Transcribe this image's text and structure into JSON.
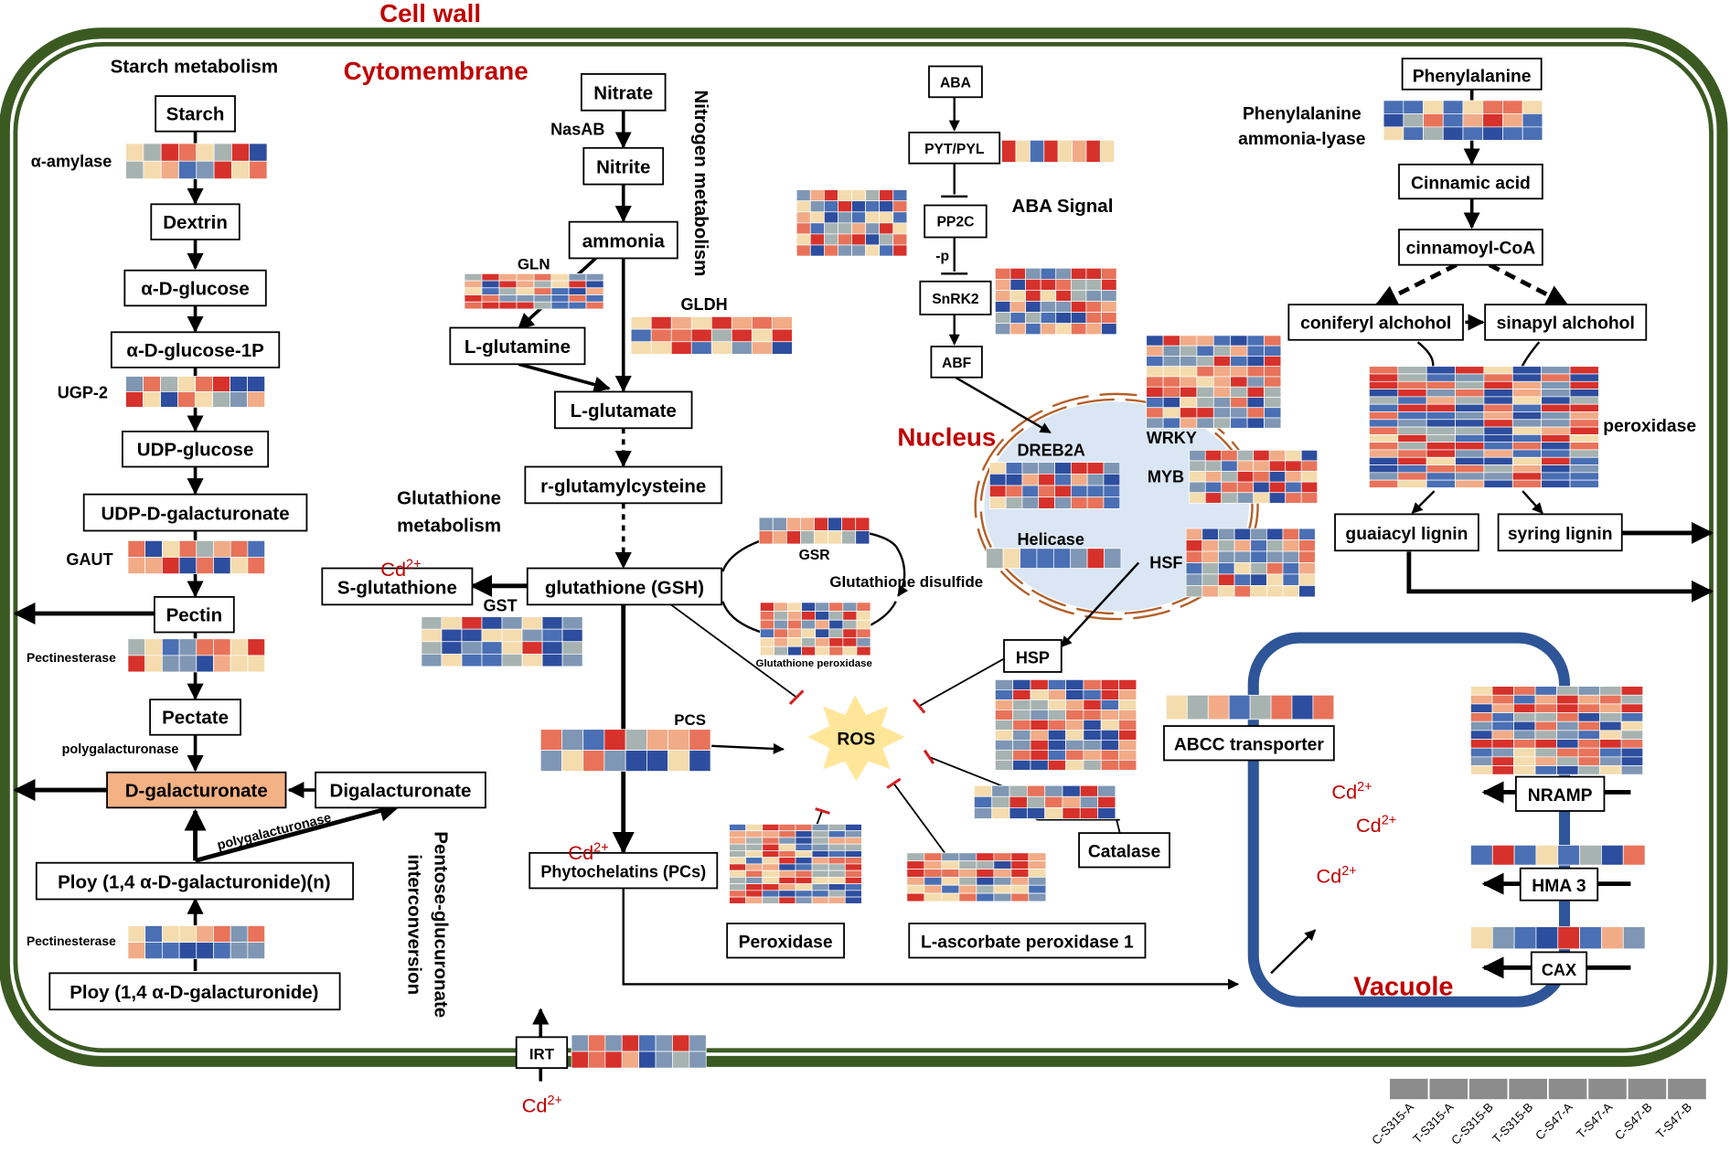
{
  "titles": {
    "cell_wall": "Cell wall",
    "cytomembrane": "Cytomembrane",
    "nucleus": "Nucleus",
    "vacuole": "Vacuole"
  },
  "sections": {
    "starch": "Starch metabolism",
    "nitrogen": "Nitrogen metabolism",
    "aba": "ABA Signal",
    "glutathione_1": "Glutathione",
    "glutathione_2": "metabolism",
    "pentose_1": "Pentose-glucuronate",
    "pentose_2": "interconversion"
  },
  "nodes": {
    "starch": "Starch",
    "dextrin": "Dextrin",
    "a_d_glucose": "α-D-glucose",
    "a_d_glucose_1p": "α-D-glucose-1P",
    "udp_glucose": "UDP-glucose",
    "udp_d_galacturonate": "UDP-D-galacturonate",
    "pectin": "Pectin",
    "pectate": "Pectate",
    "d_galacturonate": "D-galacturonate",
    "digalacturonate": "Digalacturonate",
    "ploy_n": "Ploy (1,4 α-D-galacturonide)(n)",
    "ploy": "Ploy (1,4 α-D-galacturonide)",
    "nitrate": "Nitrate",
    "nitrite": "Nitrite",
    "ammonia": "ammonia",
    "l_glutamine": "L-glutamine",
    "l_glutamate": "L-glutamate",
    "r_glutamylcysteine": "r-glutamylcysteine",
    "gsh": "glutathione (GSH)",
    "s_glutathione": "S-glutathione",
    "phytochelatins": "Phytochelatins (PCs)",
    "aba": "ABA",
    "pyt_pyl": "PYT/PYL",
    "pp2c": "PP2C",
    "snrk2": "SnRK2",
    "abf": "ABF",
    "phenylalanine": "Phenylalanine",
    "cinnamic_acid": "Cinnamic acid",
    "cinnamoyl_coa": "cinnamoyl-CoA",
    "coniferyl": "coniferyl alchohol",
    "sinapyl": "sinapyl alchohol",
    "guaiacyl": "guaiacyl lignin",
    "syring": "syring lignin",
    "hsp": "HSP",
    "catalase": "Catalase",
    "peroxidase_box": "Peroxidase",
    "l_ascorbate": "L-ascorbate peroxidase 1",
    "abcc": "ABCC transporter",
    "nramp": "NRAMP",
    "hma3": "HMA 3",
    "cax": "CAX",
    "irt": "IRT",
    "ros": "ROS"
  },
  "enzymes": {
    "alpha_amylase": "α-amylase",
    "ugp2": "UGP-2",
    "gaut": "GAUT",
    "pectinesterase_1": "Pectinesterase",
    "pectinesterase_2": "Pectinesterase",
    "polygalacturonase_1": "polygalacturonase",
    "polygalacturonase_2": "polygalacturonase",
    "nasab": "NasAB",
    "gln": "GLN",
    "gldh": "GLDH",
    "gst": "GST",
    "gsr": "GSR",
    "glutathione_disulfide": "Glutathione disulfide",
    "glutathione_peroxidase": "Glutathione peroxidase",
    "pcs": "PCS",
    "minus_p": "-p",
    "pal_1": "Phenylalanine",
    "pal_2": "ammonia-lyase",
    "peroxidase_lignin": "peroxidase",
    "dreb2a": "DREB2A",
    "wrky": "WRKY",
    "myb": "MYB",
    "helicase": "Helicase",
    "hsf": "HSF"
  },
  "ions": {
    "cd_base": "Cd",
    "cd_sup": "2+"
  },
  "legend": {
    "samples": [
      "C-S315-A",
      "T-S315-A",
      "C-S315-B",
      "T-S315-B",
      "C-S47-A",
      "T-S47-A",
      "C-S47-B",
      "T-S47-B"
    ]
  },
  "colors": {
    "cell_wall": "#3b5a22",
    "title_red": "#c00000",
    "vacuole": "#2e5597",
    "nucleus_fill": "#dbe6f4",
    "nucleus_ring": "#b4602a",
    "highlight": "#f4b183",
    "ros": "#ffe699",
    "inhibit": "#d21f1f",
    "heat_scale": [
      "#d7312b",
      "#e8735a",
      "#f2ab87",
      "#f5dcae",
      "#a7b3b1",
      "#7f97b4",
      "#4a6fb4",
      "#2d4d9e"
    ]
  }
}
